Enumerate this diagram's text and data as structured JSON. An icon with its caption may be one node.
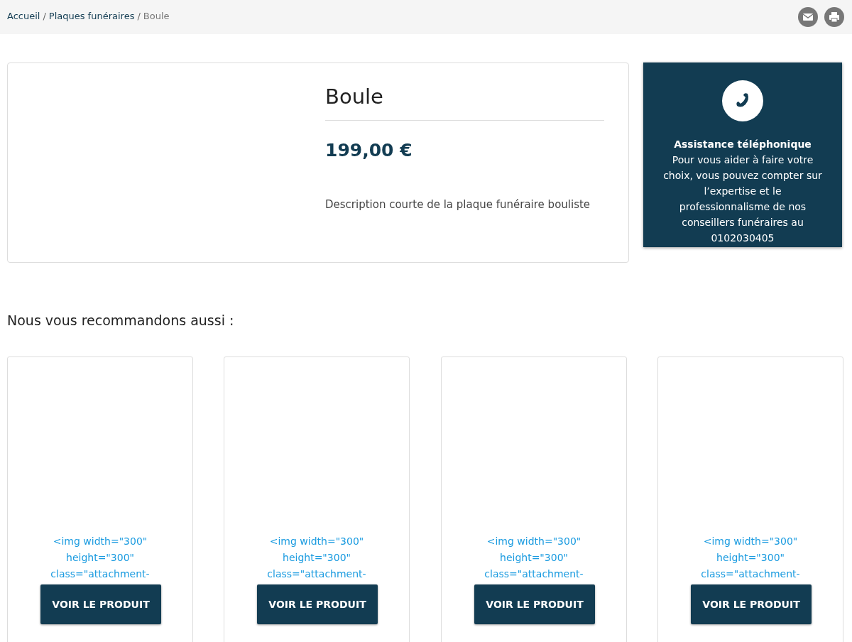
{
  "diagram": {
    "nodes": [
      {
        "text": [
          "Boule",
          "199,00 €",
          "Description courte de la plaque funéraire bouliste"
        ]
      },
      {
        "text": [
          "Assistance téléphonique",
          "Pour vous aider à faire votre choix, vous pouvez compter sur l’expertise et le professionnalisme de nos conseillers funéraires au 0102030405"
        ]
      },
      {
        "text": [
          "<img width=\"300\" height=\"300\" class=\"attachment-"
        ]
      },
      {
        "text": [
          "VOIR LE PRODUIT"
        ],
        "in": 2
      },
      {
        "text": [
          "<img width=\"300\" height=\"300\" class=\"attachment-"
        ]
      },
      {
        "text": [
          "VOIR LE PRODUIT"
        ],
        "in": 4
      },
      {
        "text": [
          "<img width=\"300\" height=\"300\" class=\"attachment-"
        ]
      },
      {
        "text": [
          "VOIR LE PRODUIT"
        ],
        "in": 6
      },
      {
        "text": [
          "<img width=\"300\" height=\"300\" class=\"attachment-"
        ]
      },
      {
        "text": [
          "VOIR LE PRODUIT"
        ],
        "in": 8
      }
    ],
    "labels": [
      "Accueil",
      "/",
      "Plaques funéraires",
      "/",
      "Boule",
      "Nous vous recommandons aussi :"
    ]
  }
}
